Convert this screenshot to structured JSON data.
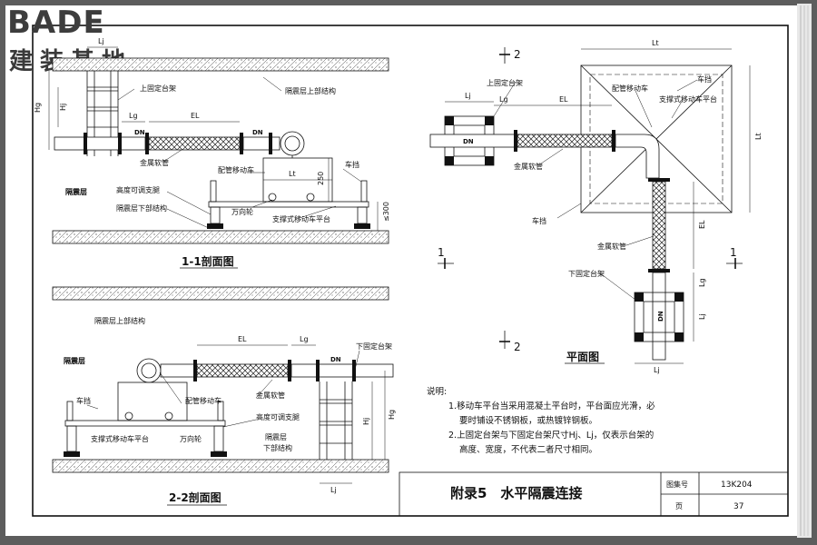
{
  "brand": {
    "name": "BADE",
    "sub": "建装基地"
  },
  "section_11": {
    "title": "1-1剖面图",
    "labels": {
      "upper_fixed": "上固定台架",
      "upper_struct": "隔震层上部结构",
      "metal_hose": "金属软管",
      "pipe_cart": "配管移动车",
      "bumper": "车挡",
      "isolation": "隔震层",
      "height_leg": "高度可调支腿",
      "lower_struct": "隔震层下部结构",
      "caster": "万向轮",
      "support_platform": "支撑式移动车平台"
    },
    "dims": {
      "hg": "Hg",
      "hj": "Hj",
      "lj": "Lj",
      "lg": "Lg",
      "el": "EL",
      "dn1": "DN",
      "dn2": "DN",
      "lt": "Lt",
      "h250": "250",
      "h300": "≤300"
    }
  },
  "section_22": {
    "title": "2-2剖面图",
    "labels": {
      "upper_struct": "隔震层上部结构",
      "isolation": "隔震层",
      "lower_fixed": "下固定台架",
      "bumper": "车挡",
      "pipe_cart": "配管移动车",
      "metal_hose": "金属软管",
      "height_leg": "高度可调支腿",
      "support_platform": "支撑式移动车平台",
      "caster": "万向轮",
      "iso_layer": "隔震层",
      "lower_struct": "下部结构"
    },
    "dims": {
      "el": "EL",
      "lg": "Lg",
      "dn": "DN",
      "hj": "Hj",
      "hg": "Hg",
      "lj": "Lj"
    }
  },
  "plan": {
    "title": "平面图",
    "labels": {
      "upper_fixed": "上固定台架",
      "bumper_top": "车挡",
      "pipe_cart": "配管移动车",
      "support_platform": "支撑式移动车平台",
      "metal_hose": "金属软管",
      "bumper_side": "车挡",
      "metal_hose2": "金属软管",
      "lower_fixed": "下固定台架"
    },
    "dims": {
      "lt_top": "Lt",
      "lt_side": "Lt",
      "lj": "Lj",
      "lg": "Lg",
      "el": "EL",
      "dn_upper": "DN",
      "dn_lower": "DN",
      "el_v": "EL",
      "lg_v": "Lg",
      "lj_v": "Lj",
      "lj_bottom": "Lj"
    },
    "markers": {
      "s2_top": "2",
      "s2_bottom": "2",
      "s1_left": "1",
      "s1_right": "1"
    }
  },
  "notes": {
    "heading": "说明:",
    "lines": [
      "1.移动车平台当采用混凝土平台时，平台面应光滑，必",
      "要时铺设不锈钢板，或热镀锌钢板。",
      "2.上固定台架与下固定台架尺寸Hj、Lj，仅表示台架的",
      "高度、宽度，不代表二者尺寸相同。"
    ]
  },
  "title_block": {
    "title": "附录5　水平隔震连接",
    "atlas_label": "图集号",
    "atlas_value": "13K204",
    "page_label": "页",
    "page_value": "37"
  }
}
